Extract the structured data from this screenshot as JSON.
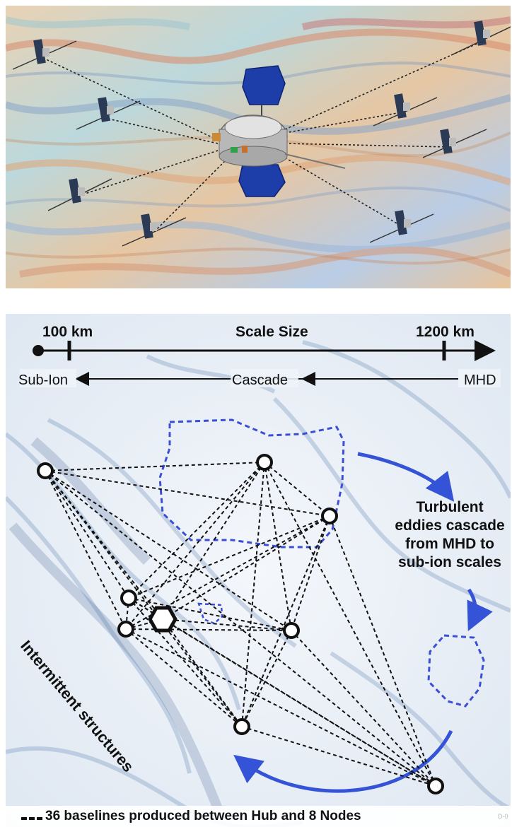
{
  "scale_bar": {
    "left_value": "100 km",
    "title": "Scale Size",
    "right_value": "1200 km"
  },
  "cascade_arrow": {
    "left_label": "Sub-Ion",
    "center_label": "Cascade",
    "right_label": "MHD"
  },
  "callout": {
    "lines": [
      "Turbulent",
      "eddies cascade",
      "from MHD to",
      "sub-ion scales"
    ]
  },
  "side_label": "Intermittent structures",
  "legend": "36 baselines produced between Hub and 8 Nodes",
  "doc_id": "D-0",
  "colors": {
    "arrow_blue": "#3553d6",
    "dashed_eddy": "#3a4fd6",
    "node_stroke": "#111111",
    "panel_background": "#e8eef6"
  },
  "icons": {
    "hub": "hexagon-icon",
    "node": "circle-node-icon",
    "spacecraft": "spacecraft-hub-icon",
    "satellite": "satellite-node-icon"
  }
}
